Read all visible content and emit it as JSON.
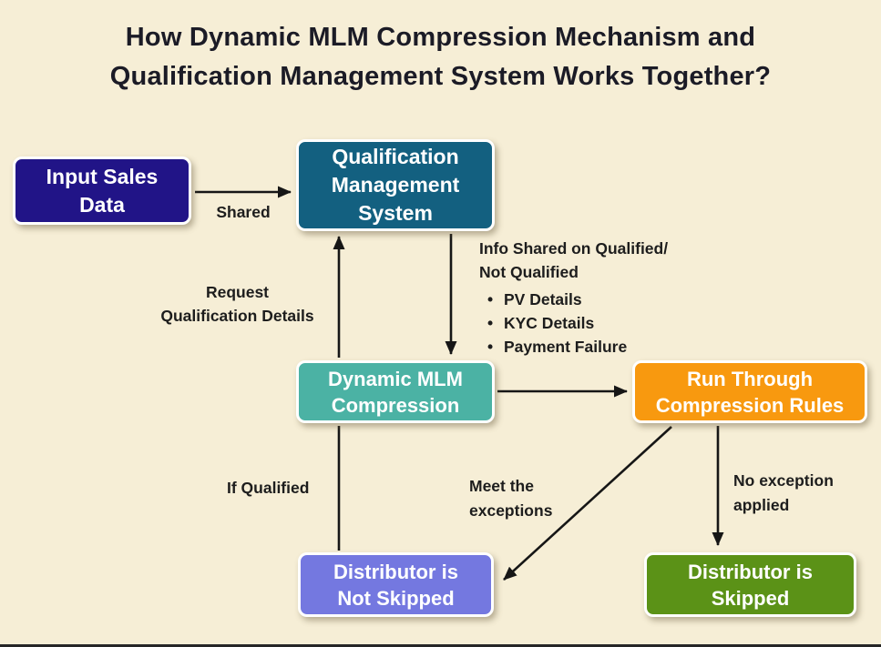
{
  "page": {
    "background_color": "#f6eed6",
    "title_color": "#1b1b26",
    "label_color": "#1d1d1d",
    "arrow_color": "#161616",
    "bottom_bar_color": "#262626"
  },
  "title": {
    "line1": "How Dynamic MLM Compression Mechanism and",
    "line2": "Qualification Management System Works Together?"
  },
  "boxes": {
    "input": {
      "line1": "Input Sales",
      "line2": "Data",
      "color": "#211487"
    },
    "qms": {
      "line1": "Qualification",
      "line2": "Management",
      "line3": "System",
      "color": "#136080"
    },
    "dmc": {
      "line1": "Dynamic MLM",
      "line2": "Compression",
      "color": "#4bb2a4"
    },
    "rtcr": {
      "line1": "Run Through",
      "line2": "Compression Rules",
      "color": "#f8990f"
    },
    "not_skipped": {
      "line1": "Distributor is",
      "line2": "Not Skipped",
      "color": "#7478e0"
    },
    "skipped": {
      "line1": "Distributor is",
      "line2": "Skipped",
      "color": "#5b9217"
    }
  },
  "labels": {
    "shared": "Shared",
    "request_line1": "Request",
    "request_line2": "Qualification Details",
    "info_line1": "Info Shared on Qualified/",
    "info_line2": "Not Qualified",
    "info_bullets": [
      "PV Details",
      "KYC Details",
      "Payment Failure"
    ],
    "if_qualified": "If Qualified",
    "meet_line1": "Meet the",
    "meet_line2": "exceptions",
    "no_exception_line1": "No exception",
    "no_exception_line2": "applied"
  }
}
